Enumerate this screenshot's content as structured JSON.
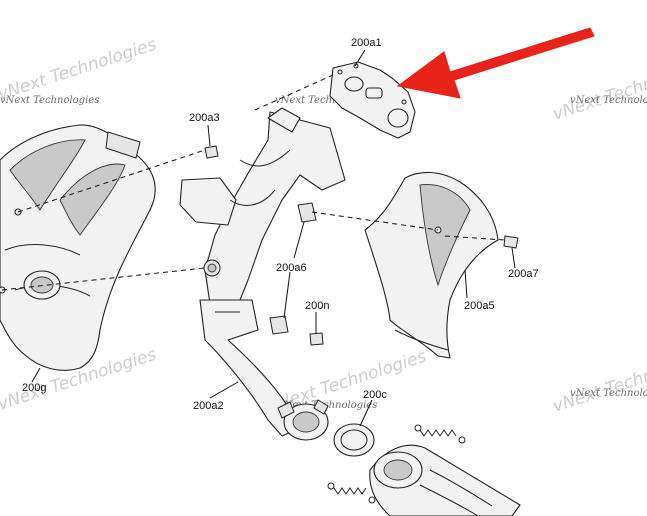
{
  "diagram": {
    "labels": {
      "a1": "200a1",
      "a2": "200a2",
      "a3": "200a3",
      "a5": "200a5",
      "a6": "200a6",
      "a7": "200a7",
      "c": "200c",
      "g": "200g",
      "n": "200n"
    },
    "watermarks": {
      "company_big": "vNext Technologies",
      "company_small": "vNext Technologies"
    },
    "colors": {
      "arrow": "#e8231a",
      "line": "#222222",
      "part_fill": "#f2f2f2",
      "watermark": "#cfcfcf"
    },
    "icons": {
      "pointer": "red-arrow-icon"
    }
  }
}
